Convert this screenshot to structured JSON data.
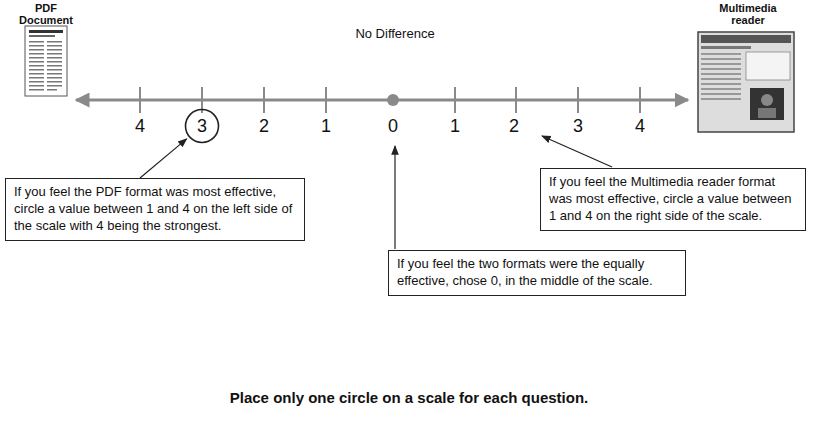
{
  "diagram": {
    "caption": "Place only one circle on a scale for each question.",
    "nodes": [
      {
        "text": [
          "3"
        ]
      },
      {
        "text": [
          "If you feel the PDF format was most effective, circle a value between 1 and 4 on the left side of the scale with 4 being the strongest."
        ]
      },
      {
        "text": [
          "If you feel the Multimedia reader format was most effective, circle a value between 1 and 4 on the right side of the scale."
        ]
      },
      {
        "text": [
          "If you feel the two formats were the equally effective, chose 0, in the middle of the scale."
        ]
      }
    ],
    "edges": [
      {
        "from": 1,
        "to": 0,
        "arrow": "to"
      }
    ],
    "labels": [
      "PDF Document",
      "Multimedia reader",
      "No Difference",
      "4",
      "2",
      "1",
      "0",
      "1",
      "2",
      "3",
      "4"
    ]
  }
}
